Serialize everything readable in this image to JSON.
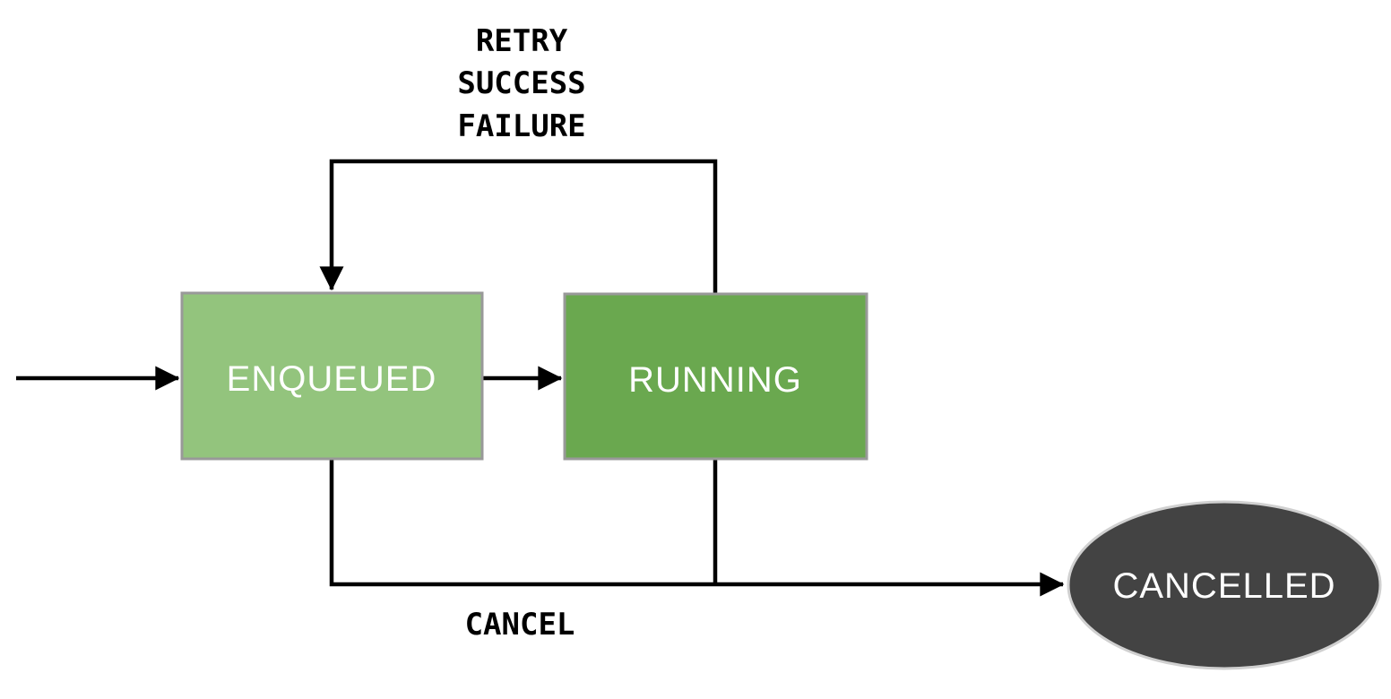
{
  "diagram": {
    "type": "state-machine",
    "background_color": "#ffffff",
    "edge_color": "#000000",
    "nodes": [
      {
        "id": "enqueued",
        "label": "ENQUEUED",
        "shape": "rectangle",
        "fill": "#93c47d",
        "stroke": "#999999",
        "text_color": "#ffffff"
      },
      {
        "id": "running",
        "label": "RUNNING",
        "shape": "rectangle",
        "fill": "#6aa84f",
        "stroke": "#999999",
        "text_color": "#ffffff"
      },
      {
        "id": "cancelled",
        "label": "CANCELLED",
        "shape": "ellipse",
        "fill": "#434343",
        "stroke": "#d0d0d0",
        "text_color": "#ffffff"
      }
    ],
    "edges": [
      {
        "from": "start",
        "to": "enqueued",
        "labels": []
      },
      {
        "from": "enqueued",
        "to": "running",
        "labels": []
      },
      {
        "from": "running",
        "to": "enqueued",
        "labels": [
          "RETRY",
          "SUCCESS",
          "FAILURE"
        ]
      },
      {
        "from": "enqueued",
        "to": "cancelled",
        "labels": [
          "CANCEL"
        ]
      },
      {
        "from": "running",
        "to": "cancelled",
        "labels": []
      }
    ]
  }
}
